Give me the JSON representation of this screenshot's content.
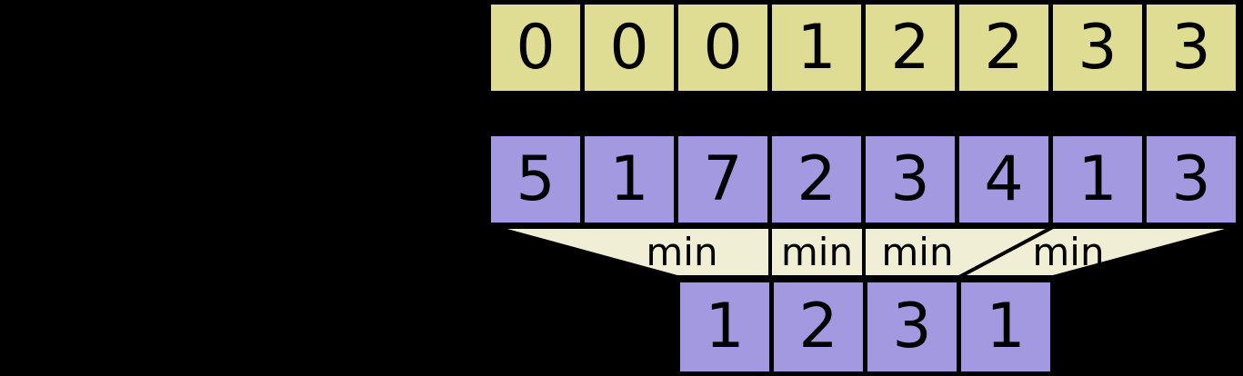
{
  "diagram": {
    "title": "sliding-window-minimum",
    "colors": {
      "background": "#000000",
      "top_row_fill": "#dedd93",
      "middle_row_fill": "#a399e0",
      "bottom_row_fill": "#a399e0",
      "connector_fill": "#f0efd5",
      "stroke": "#000000",
      "text": "#000000"
    },
    "rows": {
      "index_row": {
        "name": "index-row",
        "values": [
          "0",
          "0",
          "0",
          "1",
          "2",
          "2",
          "3",
          "3"
        ]
      },
      "input_row": {
        "name": "input-row",
        "values": [
          "5",
          "1",
          "7",
          "2",
          "3",
          "4",
          "1",
          "3"
        ]
      },
      "output_row": {
        "name": "output-row",
        "values": [
          "1",
          "2",
          "3",
          "1"
        ]
      }
    },
    "connectors": {
      "name": "min-connector-band",
      "labels": [
        "min",
        "min",
        "min",
        "min"
      ]
    }
  }
}
